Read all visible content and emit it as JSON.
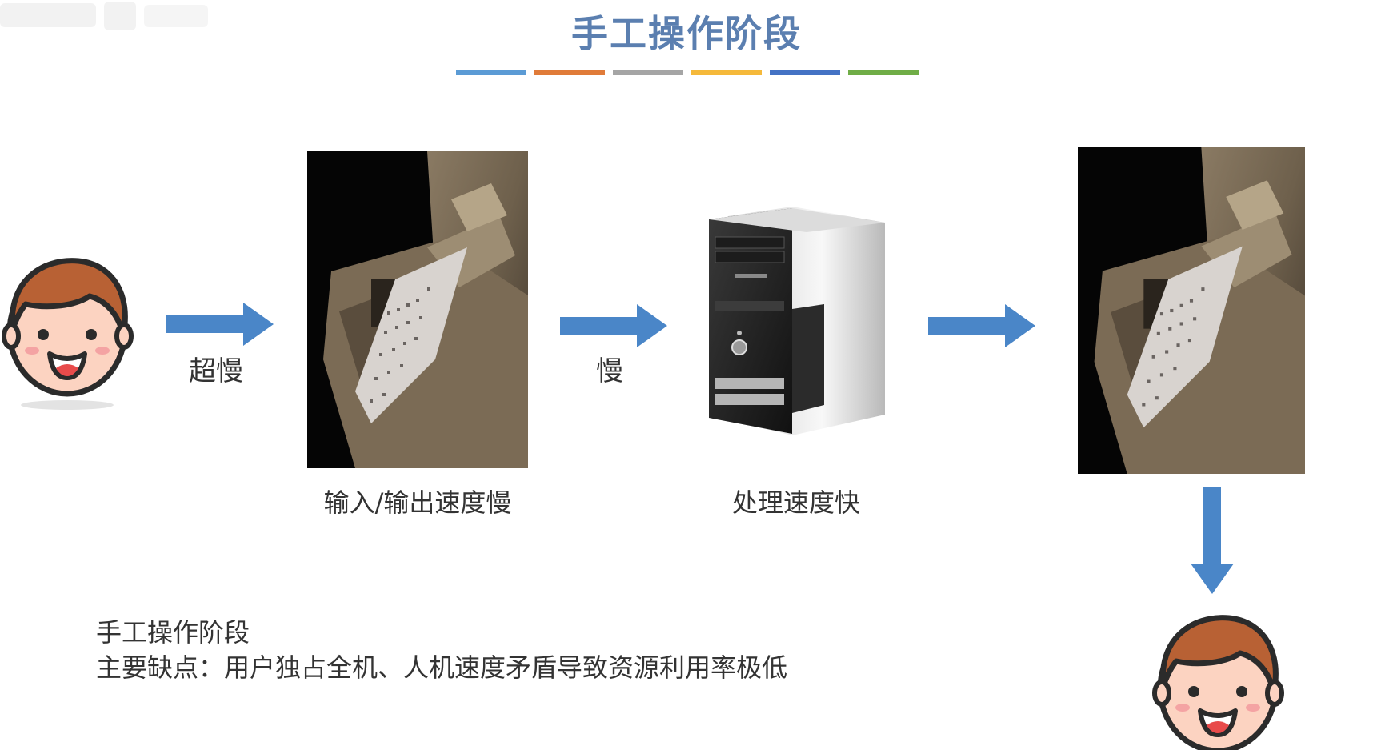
{
  "slide": {
    "title": "手工操作阶段",
    "title_color": "#5b7fb0",
    "divider_colors": [
      "#5b9bd5",
      "#e07b39",
      "#a5a5a5",
      "#f5b93b",
      "#4472c4",
      "#70ad47"
    ]
  },
  "flow": {
    "arrow_color": "#4a86c8",
    "step1_label": "超慢",
    "step2_label": "慢",
    "io_caption": "输入/输出速度慢",
    "cpu_caption": "处理速度快"
  },
  "icons": {
    "user_start": "user-face-icon",
    "punch_card_reader_1": "punch-card-machine-photo",
    "computer": "computer-tower-icon",
    "punch_card_reader_2": "punch-card-machine-photo",
    "user_end": "user-face-icon"
  },
  "note": {
    "line1": "手工操作阶段",
    "line2": "主要缺点：用户独占全机、人机速度矛盾导致资源利用率极低"
  }
}
